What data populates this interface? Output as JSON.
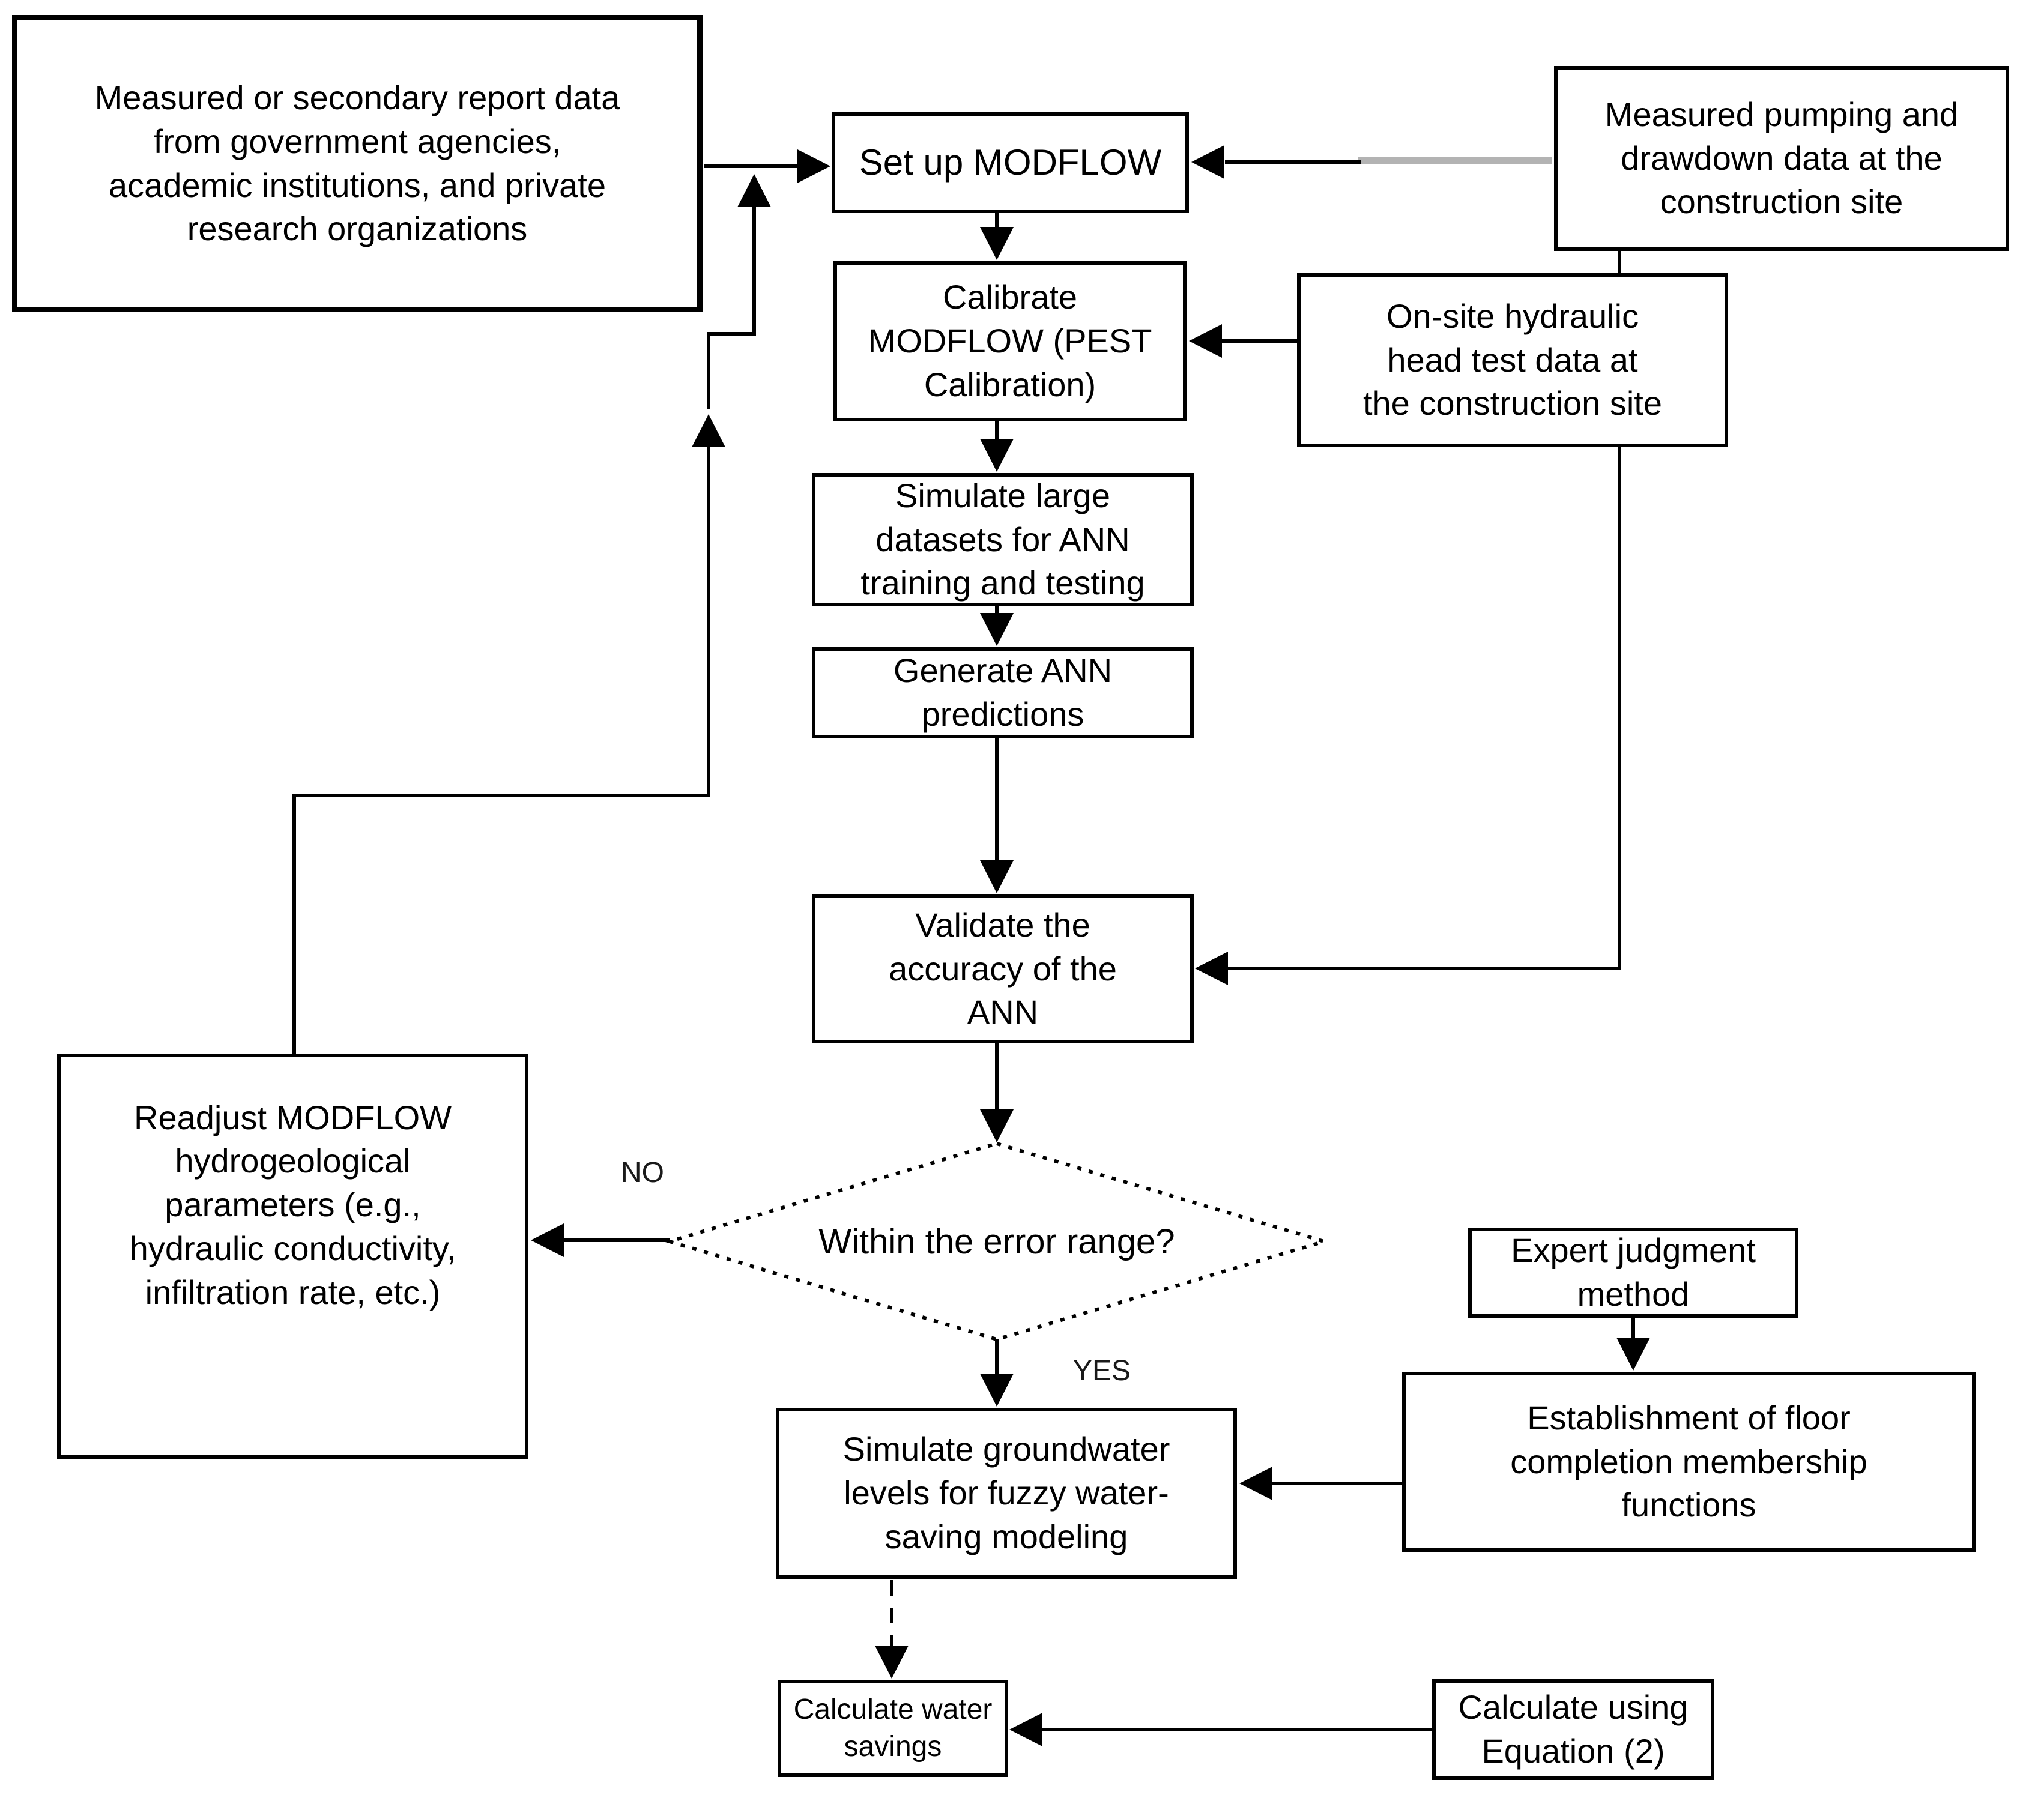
{
  "diagram": {
    "nodes": {
      "report_data": {
        "shape": "rect",
        "label": "Measured or secondary report data\nfrom government agencies,\nacademic institutions, and private\nresearch organizations"
      },
      "setup_modflow": {
        "shape": "rect",
        "label": "Set up MODFLOW"
      },
      "pumping_data": {
        "shape": "rect",
        "label": "Measured pumping and\ndrawdown data at the\nconstruction site"
      },
      "calibrate": {
        "shape": "rect",
        "label": "Calibrate\nMODFLOW (PEST\nCalibration)"
      },
      "onsite_head": {
        "shape": "rect",
        "label": "On-site hydraulic\nhead test data at\nthe construction site"
      },
      "simulate_datasets": {
        "shape": "rect",
        "label": "Simulate large\ndatasets for ANN\ntraining and testing"
      },
      "generate_ann": {
        "shape": "rect",
        "label": "Generate ANN\npredictions"
      },
      "validate_ann": {
        "shape": "rect",
        "label": "Validate the\naccuracy of the\nANN"
      },
      "decision": {
        "shape": "diamond",
        "label": "Within the error range?"
      },
      "readjust": {
        "shape": "rect",
        "label": "Readjust MODFLOW\nhydrogeological\nparameters (e.g.,\nhydraulic conductivity,\ninfiltration rate, etc.)"
      },
      "simulate_groundwater": {
        "shape": "rect",
        "label": "Simulate groundwater\nlevels for fuzzy water-\nsaving modeling"
      },
      "expert_judgment": {
        "shape": "rect",
        "label": "Expert judgment\nmethod"
      },
      "establishment": {
        "shape": "rect",
        "label": "Establishment of floor\ncompletion membership\nfunctions"
      },
      "calc_water_savings": {
        "shape": "rect",
        "label": "Calculate water\nsavings"
      },
      "calc_equation": {
        "shape": "rect",
        "label": "Calculate using\nEquation (2)"
      }
    },
    "branch_labels": {
      "no": "NO",
      "yes": "YES"
    },
    "edges": [
      {
        "from": "report_data",
        "to": "setup_modflow",
        "style": "solid"
      },
      {
        "from": "pumping_data",
        "to": "setup_modflow",
        "style": "solid-with-gray-segment"
      },
      {
        "from": "setup_modflow",
        "to": "calibrate",
        "style": "solid"
      },
      {
        "from": "onsite_head",
        "to": "calibrate",
        "style": "solid"
      },
      {
        "from": "calibrate",
        "to": "simulate_datasets",
        "style": "solid"
      },
      {
        "from": "simulate_datasets",
        "to": "generate_ann",
        "style": "solid"
      },
      {
        "from": "generate_ann",
        "to": "validate_ann",
        "style": "solid"
      },
      {
        "from": "pumping_data",
        "to": "validate_ann",
        "style": "solid"
      },
      {
        "from": "validate_ann",
        "to": "decision",
        "style": "solid"
      },
      {
        "from": "decision",
        "to": "simulate_groundwater",
        "style": "solid",
        "label": "YES"
      },
      {
        "from": "decision",
        "to": "readjust",
        "style": "solid",
        "label": "NO"
      },
      {
        "from": "readjust",
        "to": "setup_modflow",
        "style": "solid-feedback"
      },
      {
        "from": "expert_judgment",
        "to": "establishment",
        "style": "solid"
      },
      {
        "from": "establishment",
        "to": "simulate_groundwater",
        "style": "solid"
      },
      {
        "from": "simulate_groundwater",
        "to": "calc_water_savings",
        "style": "dashed"
      },
      {
        "from": "calc_equation",
        "to": "calc_water_savings",
        "style": "solid"
      }
    ],
    "colors": {
      "background": "#ffffff",
      "box_fill": "#ffffff",
      "box_border": "#000000",
      "line": "#000000",
      "gray_segment": "#b3b3b3",
      "text": "#000000"
    }
  }
}
